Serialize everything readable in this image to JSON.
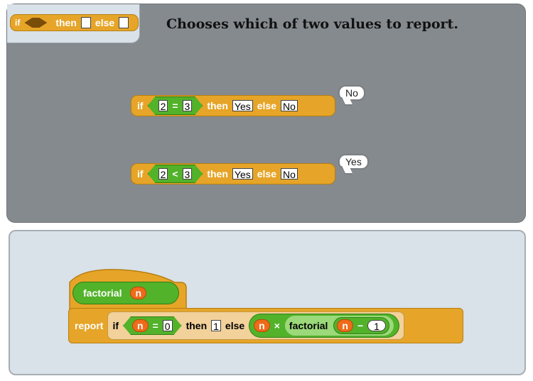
{
  "palette_block": {
    "if": "if",
    "then": "then",
    "else": "else"
  },
  "description": "Chooses which of two values to report.",
  "example1": {
    "if": "if",
    "left": "2",
    "op": "=",
    "right": "3",
    "then": "then",
    "then_val": "Yes",
    "else": "else",
    "else_val": "No",
    "result": "No"
  },
  "example2": {
    "if": "if",
    "left": "2",
    "op": "<",
    "right": "3",
    "then": "then",
    "then_val": "Yes",
    "else": "else",
    "else_val": "No",
    "result": "Yes"
  },
  "factorial": {
    "hat_label": "factorial",
    "param": "n",
    "report": "report",
    "if": "if",
    "cond_var": "n",
    "cond_op": "=",
    "cond_val": "0",
    "then": "then",
    "then_val": "1",
    "else": "else",
    "mul_var": "n",
    "mul_op": "×",
    "call_label": "factorial",
    "sub_var": "n",
    "sub_op": "−",
    "sub_val": "1"
  }
}
